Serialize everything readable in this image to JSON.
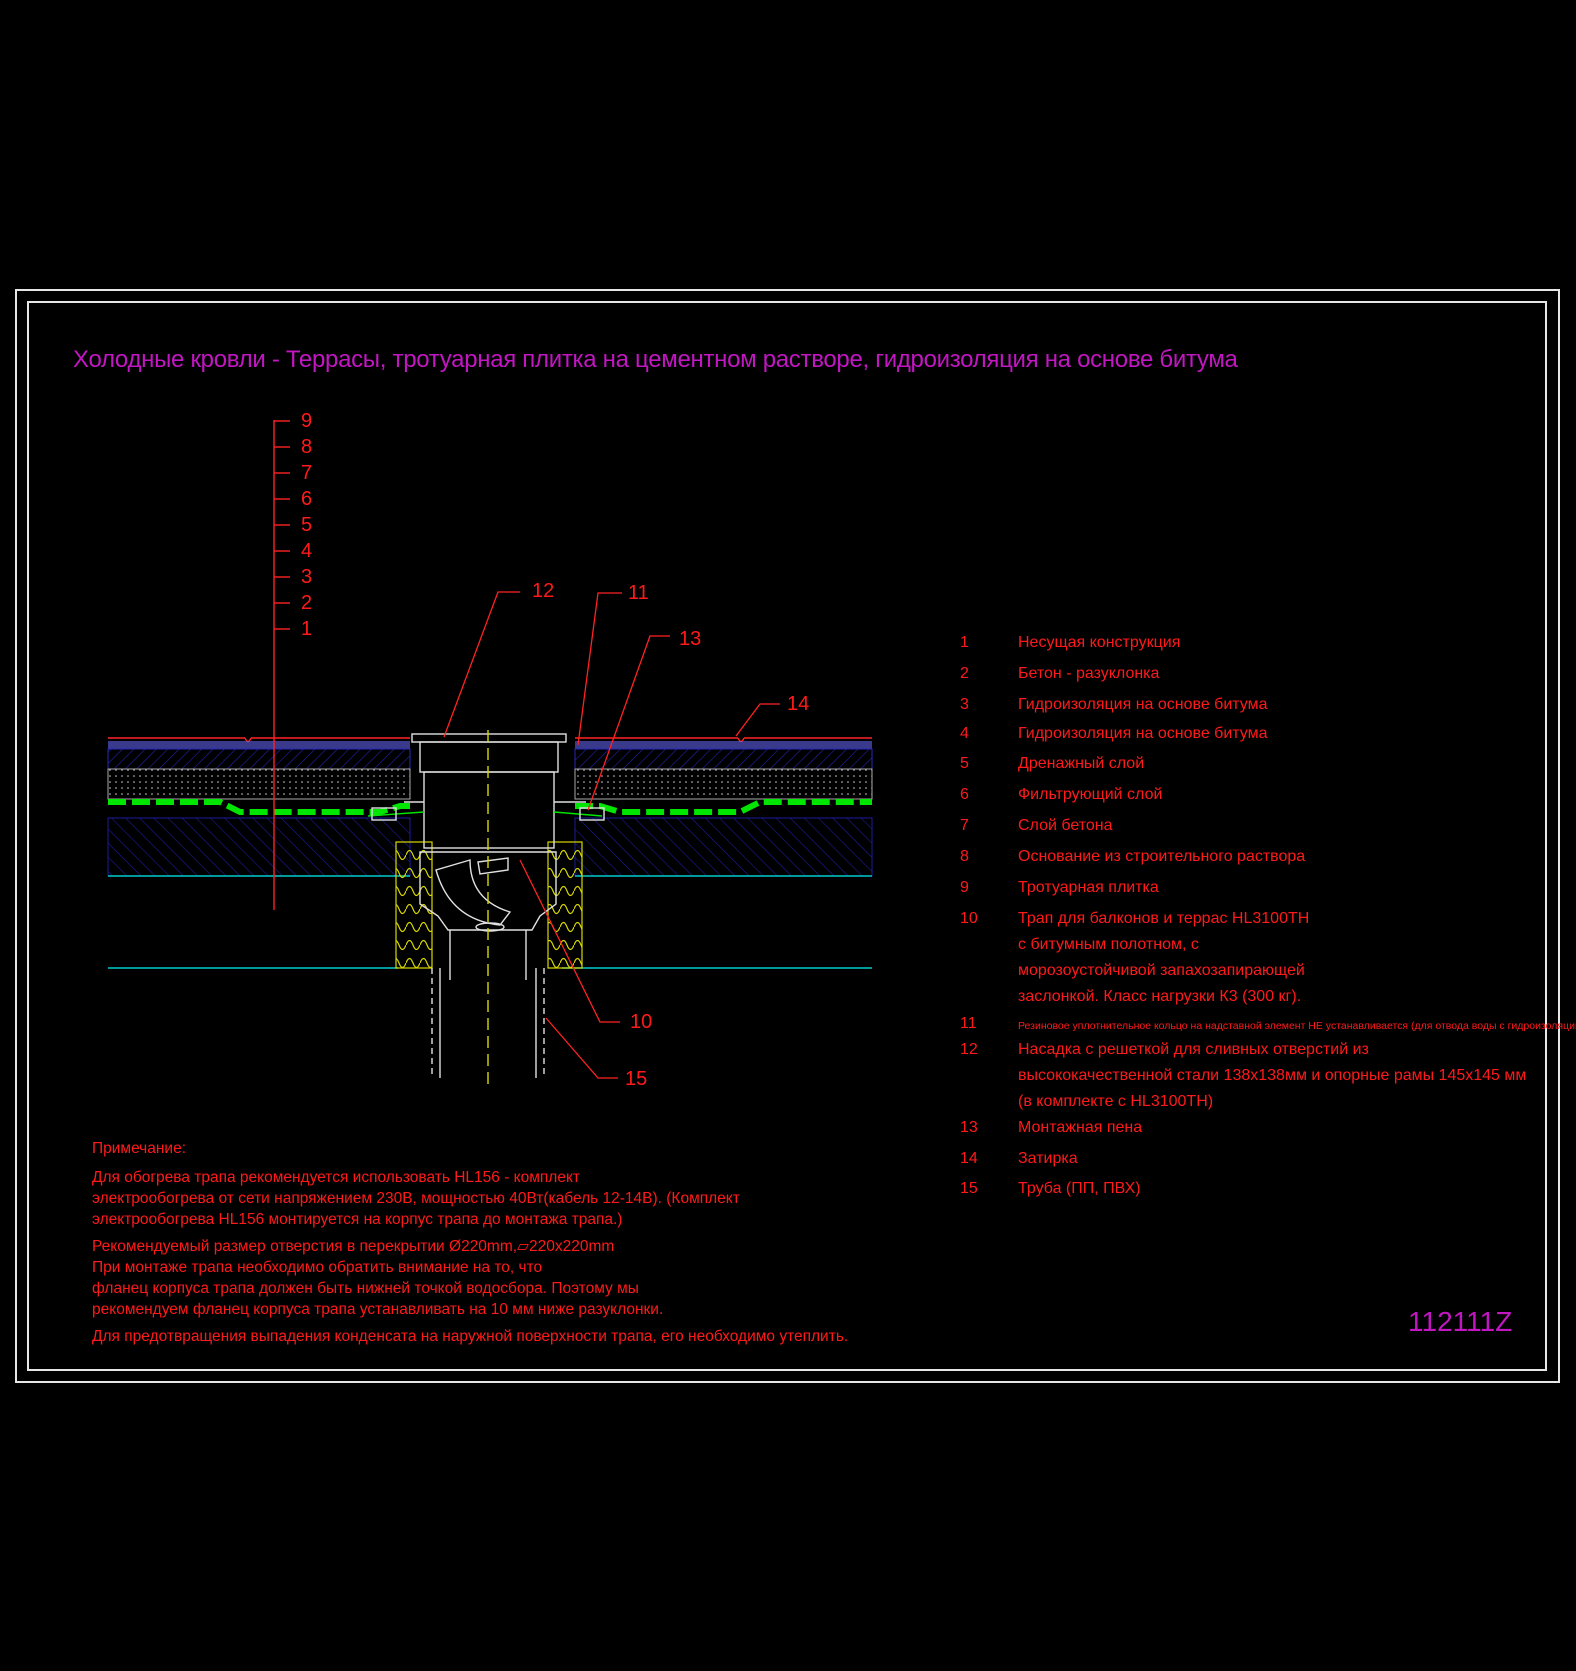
{
  "title": "Холодные кровли - Террасы, тротуарная плитка на цементном растворе, гидроизоляция на основе битума",
  "drawing_code": "112111Z",
  "layer_ticks": [
    "9",
    "8",
    "7",
    "6",
    "5",
    "4",
    "3",
    "2",
    "1"
  ],
  "callouts": {
    "c12": "12",
    "c11": "11",
    "c13": "13",
    "c14": "14",
    "c10": "10",
    "c15": "15"
  },
  "legend": [
    {
      "num": "1",
      "lines": [
        "Несущая конструкция"
      ]
    },
    {
      "num": "2",
      "lines": [
        "Бетон - разуклонка"
      ]
    },
    {
      "num": "3",
      "lines": [
        "Гидроизоляция на основе битума"
      ]
    },
    {
      "num": "4",
      "lines": [
        "Гидроизоляция на основе битума"
      ]
    },
    {
      "num": "5",
      "lines": [
        "Дренажный слой"
      ]
    },
    {
      "num": "6",
      "lines": [
        "Фильтрующий слой"
      ]
    },
    {
      "num": "7",
      "lines": [
        "Слой бетона"
      ]
    },
    {
      "num": "8",
      "lines": [
        "Основание из строительного раствора"
      ]
    },
    {
      "num": "9",
      "lines": [
        "Тротуарная плитка"
      ]
    },
    {
      "num": "10",
      "lines": [
        "Трап для балконов и террас HL3100TH",
        "с битумным полотном, с",
        "морозоустойчивой запахозапирающей",
        "заслонкой. Класс нагрузки К3 (300 кг)."
      ]
    },
    {
      "num": "11",
      "lines": [
        "Резиновое уплотнительное кольцо на надставной элемент НЕ устанавливается (для отвода воды с гидроизоляции)"
      ]
    },
    {
      "num": "12",
      "lines": [
        "Насадка с решеткой для сливных отверстий из",
        "высококачественной стали 138х138мм и опорные рамы 145х145 мм",
        "(в комплекте с HL3100TH)"
      ]
    },
    {
      "num": "13",
      "lines": [
        "Монтажная пена"
      ]
    },
    {
      "num": "14",
      "lines": [
        "Затирка"
      ]
    },
    {
      "num": "15",
      "lines": [
        "Труба (ПП, ПВХ)"
      ]
    }
  ],
  "notes": {
    "heading": "Примечание:",
    "p1": [
      "Для обогрева трапа рекомендуется использовать HL156 - комплект",
      "электрообогрева от сети напряжением 230В, мощностью 40Вт(кабель 12-14В). (Комплект",
      "электрообогрева HL156 монтируется на корпус трапа до монтажа трапа.)"
    ],
    "p2": [
      "Рекомендуемый размер отверстия в перекрытии Ø220mm,▱220x220mm",
      "При монтаже трапа необходимо обратить внимание на то, что",
      "фланец корпуса трапа должен быть нижней точкой водосбора. Поэтому мы",
      "рекомендуем фланец корпуса трапа устанавливать на 10 мм ниже разуклонки."
    ],
    "p3": [
      "Для предотвращения выпадения конденсата на наружной поверхности трапа, его необходимо утеплить."
    ]
  },
  "colors": {
    "frame": "#e6e6e6",
    "title": "#c216c2",
    "label": "#ff1a1a",
    "concrete": "#1a1a9a",
    "membrane": "#00e600",
    "insulation": "#d8d800",
    "drain": "#e0e0e0",
    "slab_line": "#00cccc"
  }
}
